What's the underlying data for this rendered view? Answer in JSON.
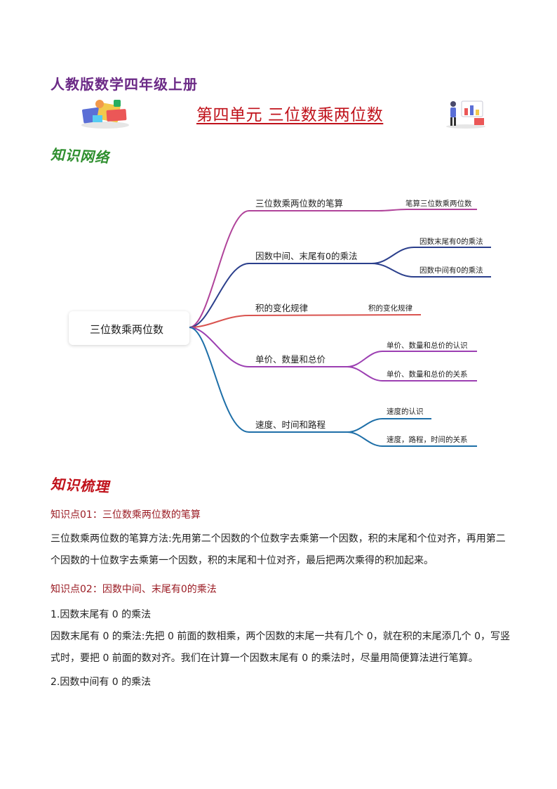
{
  "header": {
    "series": "人教版数学四年级上册",
    "title": "第四单元 三位数乘两位数"
  },
  "sections": {
    "network": "知识网络",
    "review": "知识梳理"
  },
  "mindmap": {
    "root": "三位数乘两位数",
    "branches": [
      {
        "label": "三位数乘两位数的笔算",
        "leaves": [
          "笔算三位数乘两位数"
        ]
      },
      {
        "label": "因数中间、末尾有0的乘法",
        "leaves": [
          "因数末尾有0的乘法",
          "因数中间有0的乘法"
        ]
      },
      {
        "label": "积的变化规律",
        "leaves": [
          "积的变化规律"
        ]
      },
      {
        "label": "单价、数量和总价",
        "leaves": [
          "单价、数量和总价的认识",
          "单价、数量和总价的关系"
        ]
      },
      {
        "label": "速度、时间和路程",
        "leaves": [
          "速度的认识",
          "速度，路程，时间的关系"
        ]
      }
    ],
    "colors": [
      "#b0439a",
      "#2b3f8c",
      "#d9534f",
      "#9c3fb2",
      "#1e6fa8"
    ]
  },
  "content": {
    "kp1_title": "知识点01：三位数乘两位数的笔算",
    "kp1_text": "三位数乘两位数的笔算方法:先用第二个因数的个位数字去乘第一个因数，积的末尾和个位对齐，再用第二个因数的十位数字去乘第一个因数，积的末尾和十位对齐，最后把两次乘得的积加起来。",
    "kp2_title": "知识点02：因数中间、末尾有0的乘法",
    "sub1": "1.因数末尾有 0 的乘法",
    "sub1_text": "因数末尾有 0 的乘法:先把 0 前面的数相乘，两个因数的末尾一共有几个 0，就在积的末尾添几个 0，写竖式时，要把 0 前面的数对齐。我们在计算一个因数末尾有  0  的乘法时，尽量用简便算法进行笔算。",
    "sub2": "2.因数中间有 0 的乘法"
  }
}
